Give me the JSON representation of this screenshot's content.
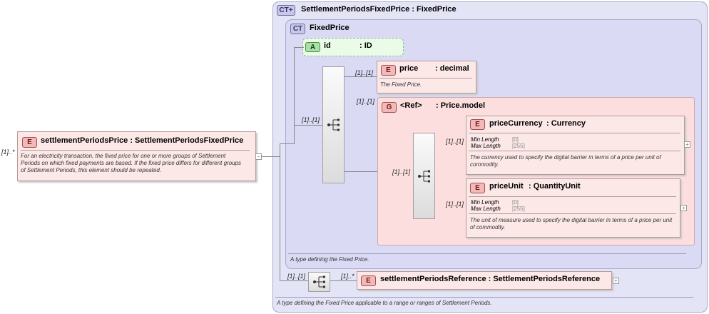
{
  "outer_type": {
    "badge": "CT+",
    "title": "SettlementPeriodsFixedPrice : FixedPrice",
    "description": "A type defining the Fixed Price applicable to a range or ranges of Settlement Periods."
  },
  "inner_type": {
    "badge": "CT",
    "title": "FixedPrice",
    "description": "A type defining the Fixed Price."
  },
  "attribute": {
    "badge": "A",
    "name": "id",
    "type": ": ID"
  },
  "root_element": {
    "badge": "E",
    "cardinality": "[1]..*",
    "title": "settlementPeriodsPrice : SettlementPeriodsFixedPrice",
    "description": "For an electricity transaction, the fixed price for one or more groups of Settlement Periods on which fixed payments are based. If the fixed price differs for different groups of Settlement Periods, this element should be repeated."
  },
  "price_element": {
    "badge": "E",
    "cardinality": "[1]..[1]",
    "name": "price",
    "type": ": decimal",
    "description": "The Fixed Price."
  },
  "group": {
    "badge": "G",
    "cardinality": "[1]..[1]",
    "name": "<Ref>",
    "type": ": Price.model"
  },
  "price_currency": {
    "badge": "E",
    "cardinality": "[1]..[1]",
    "name": "priceCurrency",
    "type": ": Currency",
    "min_length_label": "Min Length",
    "min_length_value": "[0]",
    "max_length_label": "Max Length",
    "max_length_value": "[255]",
    "description": "The currency used to specify the digital barrier in terms of a price per unit of commodity."
  },
  "price_unit": {
    "badge": "E",
    "cardinality": "[1]..[1]",
    "name": "priceUnit",
    "type": ": QuantityUnit",
    "min_length_label": "Min Length",
    "min_length_value": "[0]",
    "max_length_label": "Max Length",
    "max_length_value": "[255]",
    "description": "The unit of measure used to specify the digital barrier in terms of a price per unit of commodity."
  },
  "seq1_cardinality": "[1]..[1]",
  "seq2_cardinality": "[1]..[1]",
  "seq3_cardinality": "[1]..[1]",
  "reference_element": {
    "badge": "E",
    "cardinality": "[1]..*",
    "title": "settlementPeriodsReference : SettlementPeriodsReference"
  },
  "expand_symbol": "+",
  "collapse_symbol": "−"
}
